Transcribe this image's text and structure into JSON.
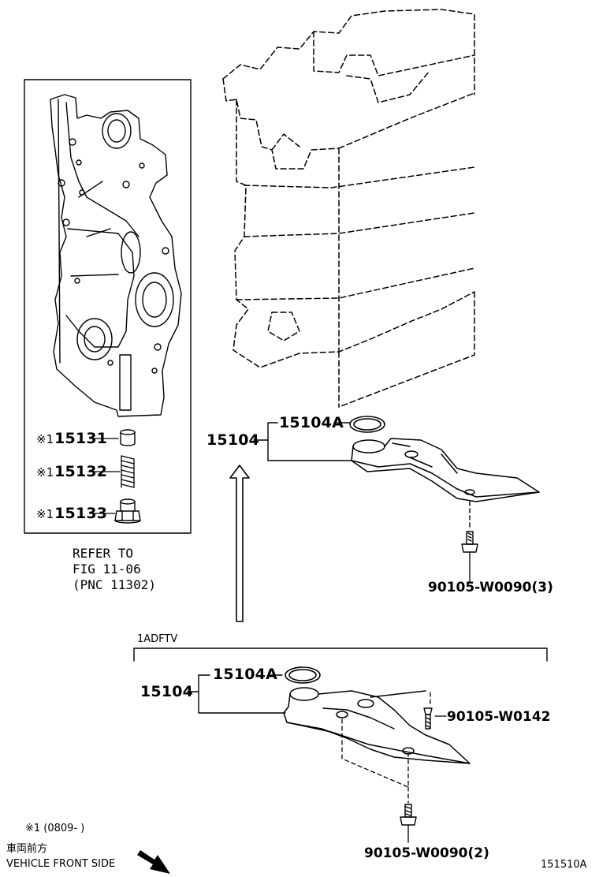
{
  "inset": {
    "parts": [
      {
        "mark": "※1",
        "number": "15131"
      },
      {
        "mark": "※1",
        "number": "15132"
      },
      {
        "mark": "※1",
        "number": "15133"
      }
    ],
    "refer_lines": [
      "REFER TO",
      "FIG 11-06",
      "(PNC 11302)"
    ]
  },
  "upper_assembly": {
    "main_part": "15104",
    "gasket": "15104A",
    "bolt": "90105-W0090(3)"
  },
  "variant": {
    "code": "1ADFTV",
    "main_part": "15104",
    "gasket": "15104A",
    "bolt_a": "90105-W0142",
    "bolt_b": "90105-W0090(2)"
  },
  "footnote": {
    "mark_note": "※1 (0809-        )",
    "front_jp": "車両前方",
    "front_en": "VEHICLE FRONT SIDE",
    "figure_id": "151510A"
  },
  "colors": {
    "ink": "#000000",
    "paper": "#ffffff"
  }
}
